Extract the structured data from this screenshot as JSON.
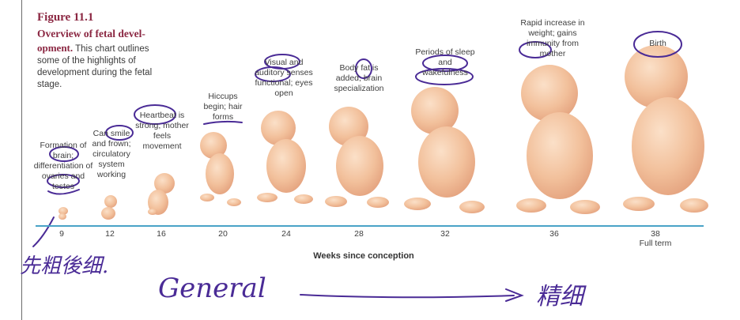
{
  "figure": {
    "label": "Figure 11.1",
    "title": "Overview of fetal devel-",
    "caption_title": "opment.",
    "caption_text": "This chart outlines some of the highlights of development during the fetal stage."
  },
  "milestones": [
    {
      "week": "9",
      "text": "Formation of brain; differentiation of ovaries and testes"
    },
    {
      "week": "12",
      "text": "Can smile and frown; circulatory system working"
    },
    {
      "week": "16",
      "text": "Heartbeat is strong; mother feels movement"
    },
    {
      "week": "20",
      "text": "Hiccups begin; hair forms"
    },
    {
      "week": "24",
      "text": "Visual and auditory senses functional; eyes open"
    },
    {
      "week": "28",
      "text": "Body fat is added; brain specialization"
    },
    {
      "week": "32",
      "text": "Periods of sleep and wakefulness"
    },
    {
      "week": "36",
      "text": "Rapid increase in weight; gains immunity from mother"
    },
    {
      "week": "38",
      "text": "Birth"
    }
  ],
  "axis": {
    "label": "Weeks since conception",
    "ticks": [
      "9",
      "12",
      "16",
      "20",
      "24",
      "28",
      "32",
      "36",
      "38"
    ],
    "last_tick_note": "Full term"
  },
  "handwriting": {
    "left_note": "先粗後细.",
    "general": "General",
    "right_note": "精细"
  },
  "colors": {
    "title": "#8b2742",
    "axis": "#4aa3c7",
    "ink": "#4a2b96",
    "skin": "#f2c09b"
  }
}
